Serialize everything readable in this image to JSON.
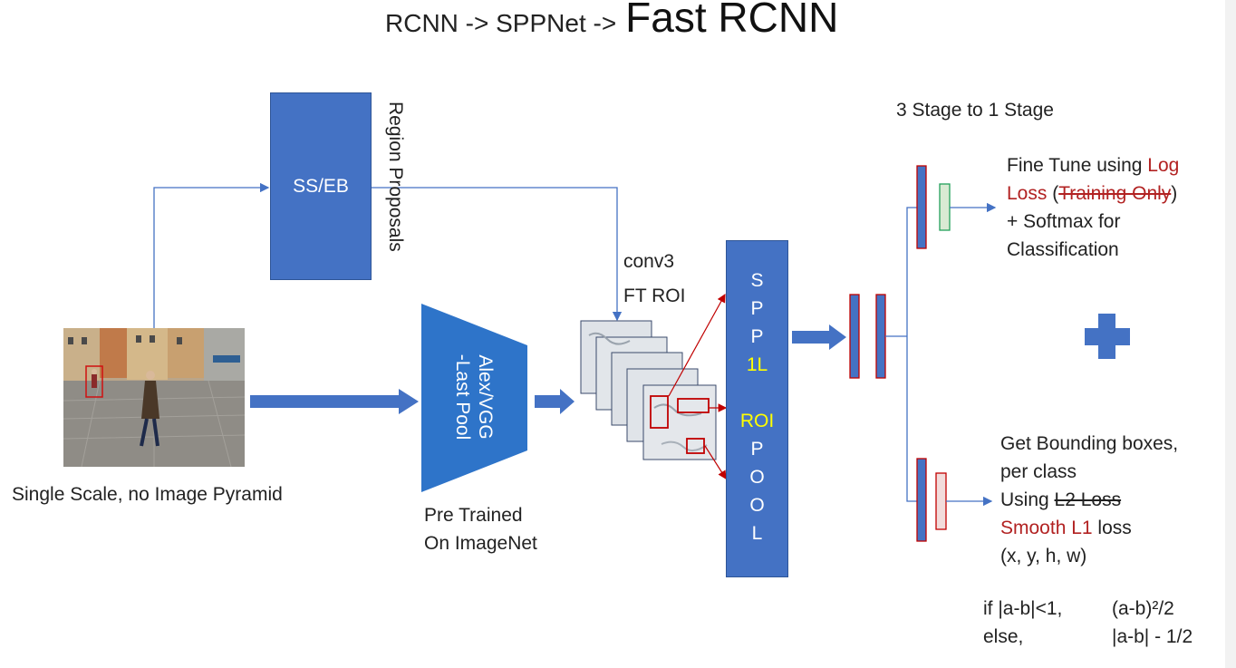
{
  "title": {
    "prefix": "RCNN -> SPPNet ->",
    "main": "Fast RCNN"
  },
  "input": {
    "caption": "Single Scale, no Image Pyramid"
  },
  "proposal": {
    "box_label": "SS/EB",
    "side_label": "Region Proposals"
  },
  "backbone": {
    "label_line1": "Alex/VGG",
    "label_line2": "-Last Pool",
    "caption_line1": "Pre Trained",
    "caption_line2": "On ImageNet"
  },
  "conv": {
    "label_line1": "conv3",
    "label_line2": "FT ROI"
  },
  "spp": {
    "letters_top": [
      "S",
      "P",
      "P"
    ],
    "highlight1": "1L",
    "highlight2": "ROI",
    "letters_bottom": [
      "P",
      "O",
      "O",
      "L"
    ]
  },
  "stage": {
    "label": "3 Stage to 1 Stage"
  },
  "classification": {
    "line1_a": "Fine Tune using ",
    "line1_b": "Log",
    "line2_a": "Loss",
    "line2_b": " (",
    "line2_c": "Training Only",
    "line2_d": ")",
    "line3": "+ Softmax for",
    "line4": "Classification"
  },
  "regression": {
    "line1": "Get Bounding boxes,",
    "line2": "per class",
    "line3_a": "Using ",
    "line3_b": "L2 Loss",
    "line4_a": "Smooth L1",
    "line4_b": " loss",
    "line5": "(x, y, h, w)"
  },
  "formula": {
    "cond1": "if |a-b|<1,",
    "expr1": "(a-b)²/2",
    "cond2": "else,",
    "expr2": "|a-b| - 1/2"
  },
  "colors": {
    "blue": "#4472c4",
    "red": "#b22222",
    "accent_yellow": "#ffff00"
  }
}
